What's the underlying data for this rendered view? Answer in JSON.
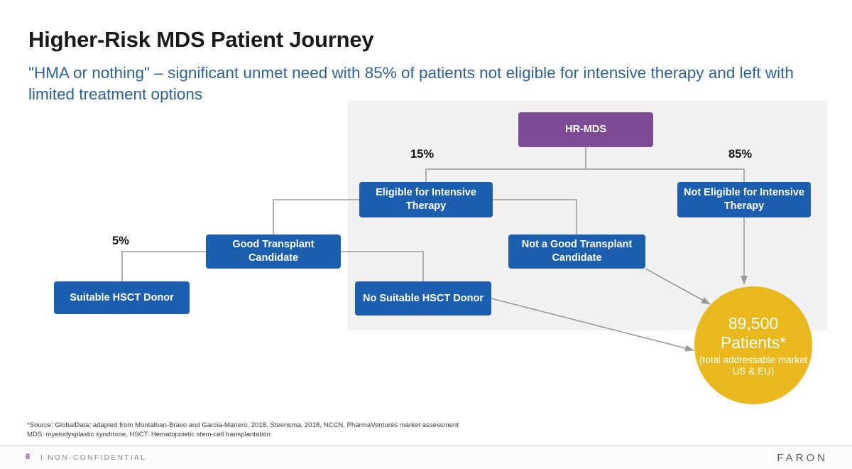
{
  "header": {
    "title": "Higher-Risk MDS Patient Journey",
    "subtitle": "\"HMA or nothing\" – significant unmet need with 85% of patients not eligible for intensive therapy and left with limited treatment options"
  },
  "diagram": {
    "nodes": {
      "hr_mds": "HR-MDS",
      "eligible_intensive": "Eligible for Intensive Therapy",
      "not_eligible_intensive": "Not Eligible for Intensive Therapy",
      "good_transplant": "Good Transplant Candidate",
      "not_good_transplant": "Not a Good Transplant Candidate",
      "suitable_donor": "Suitable HSCT Donor",
      "no_suitable_donor": "No Suitable HSCT Donor"
    },
    "percentages": {
      "eligible": "15%",
      "not_eligible": "85%",
      "suitable_donor": "5%"
    },
    "outcome": {
      "count": "89,500",
      "label": "Patients*",
      "sublabel": "(total addressable market US & EU)"
    },
    "colors": {
      "root_node": "#7E4A95",
      "branch_node": "#1B5FAE",
      "outcome_circle": "#E8B81C",
      "panel_background": "#F1F1F1",
      "connector": "#9A9A9A"
    }
  },
  "footnotes": {
    "line1": "*Source: GlobalData; adapted from Montalban-Bravo and Garcia-Manero, 2018, Steensma, 2018, NCCN, PharmaVentures market assessment",
    "line2": "MDS: myelodysplastic syndrome, HSCT: Hematopoietic stem-cell transplantation"
  },
  "footer": {
    "page_number": "8",
    "confidentiality": "I NON-CONFIDENTIAL",
    "brand": "FARON"
  }
}
